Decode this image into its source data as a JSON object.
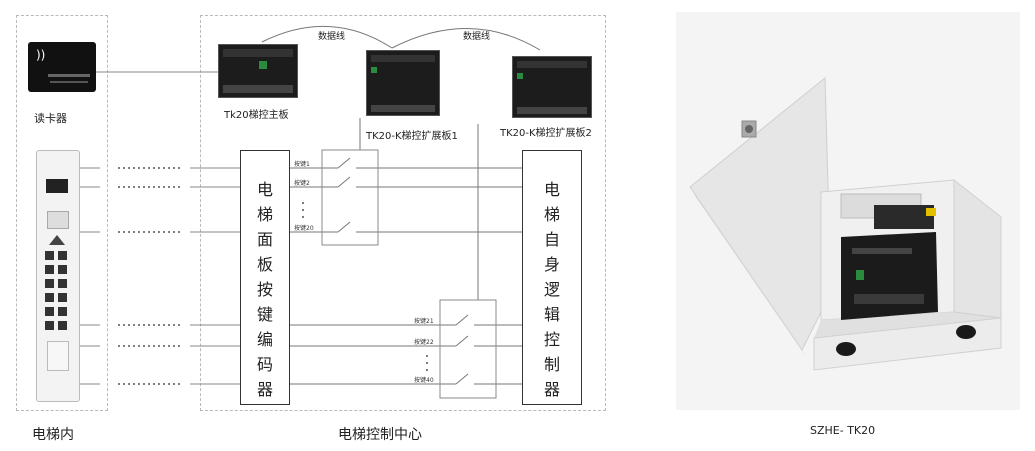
{
  "diagram": {
    "card_reader_label": "读卡器",
    "main_board_label": "Tk20梯控主板",
    "ext_board1_label": "TK20-K梯控扩展板1",
    "ext_board2_label": "TK20-K梯控扩展板2",
    "data_line_label_1": "数据线",
    "data_line_label_2": "数据线",
    "encoder_label": "电梯面板按键编码器",
    "logic_controller_label": "电梯自身逻辑控制器",
    "inside_elevator_caption": "电梯内",
    "control_center_caption": "电梯控制中心",
    "switch_labels_top": [
      "按键1",
      "按键2",
      "按键20"
    ],
    "switch_labels_bottom": [
      "按键21",
      "按键22",
      "按键40"
    ]
  },
  "photo": {
    "caption": "SZHE- TK20"
  }
}
